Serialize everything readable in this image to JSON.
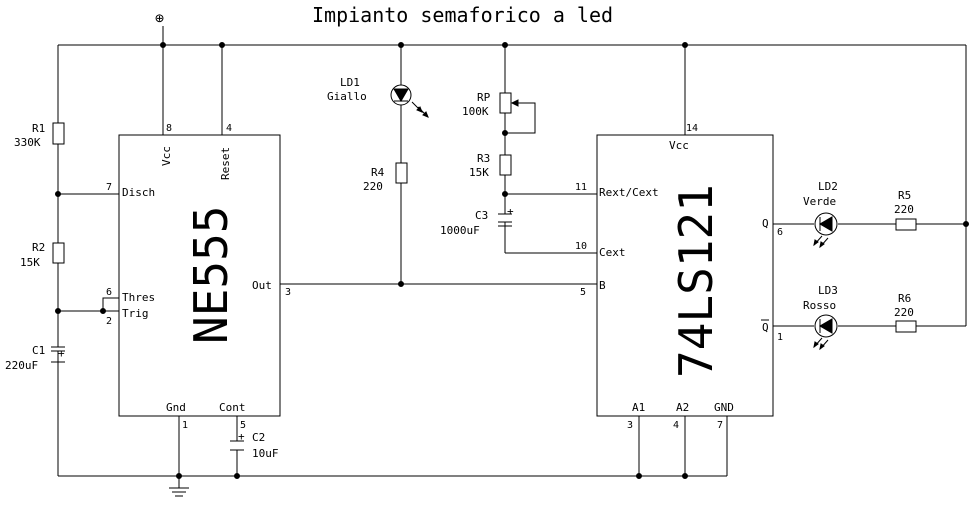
{
  "title": "Impianto semaforico a led",
  "supply_symbol": "⊕",
  "ne555": {
    "name": "NE555",
    "pins": {
      "vcc": "Vcc",
      "reset": "Reset",
      "disch": "Disch",
      "thres": "Thres",
      "trig": "Trig",
      "out": "Out",
      "gnd": "Gnd",
      "cont": "Cont"
    },
    "pin_numbers": {
      "vcc": "8",
      "reset": "4",
      "disch": "7",
      "thres": "6",
      "trig": "2",
      "out": "3",
      "gnd": "1",
      "cont": "5"
    }
  },
  "ls121": {
    "name": "74LS121",
    "pins": {
      "vcc": "Vcc",
      "rext": "Rext/Cext",
      "cext": "Cext",
      "b": "B",
      "q": "Q",
      "qbar": "Q",
      "a1": "A1",
      "a2": "A2",
      "gnd": "GND"
    },
    "pin_numbers": {
      "vcc": "14",
      "rext": "11",
      "cext": "10",
      "b": "5",
      "q": "6",
      "qbar": "1",
      "a1": "3",
      "a2": "4",
      "gnd": "7"
    }
  },
  "components": {
    "r1": {
      "name": "R1",
      "value": "330K"
    },
    "r2": {
      "name": "R2",
      "value": "15K"
    },
    "c1": {
      "name": "C1",
      "value": "220uF"
    },
    "c2": {
      "name": "C2",
      "value": "10uF"
    },
    "ld1": {
      "name": "LD1",
      "value": "Giallo"
    },
    "r4": {
      "name": "R4",
      "value": "220"
    },
    "rp": {
      "name": "RP",
      "value": "100K"
    },
    "r3": {
      "name": "R3",
      "value": "15K"
    },
    "c3": {
      "name": "C3",
      "value": "1000uF"
    },
    "ld2": {
      "name": "LD2",
      "value": "Verde"
    },
    "ld3": {
      "name": "LD3",
      "value": "Rosso"
    },
    "r5": {
      "name": "R5",
      "value": "220"
    },
    "r6": {
      "name": "R6",
      "value": "220"
    }
  },
  "plus_sign": "+"
}
